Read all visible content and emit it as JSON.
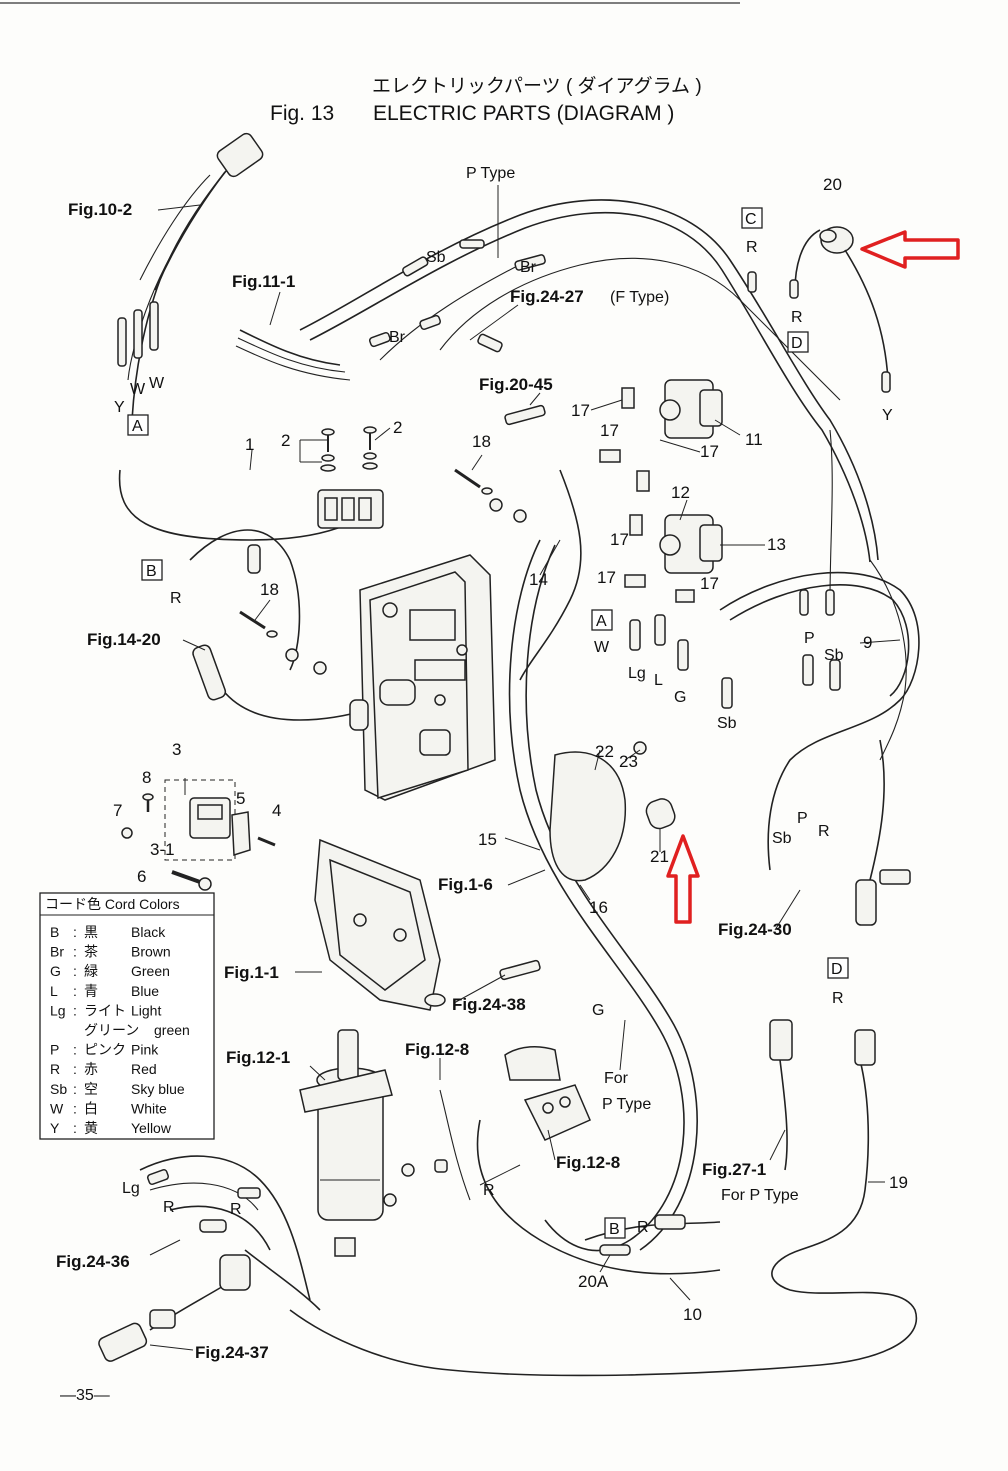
{
  "title": {
    "japanese": "エレクトリックパーツ ( ダイアグラム )",
    "fig_number": "Fig. 13",
    "english": "ELECTRIC PARTS (DIAGRAM )"
  },
  "type_labels": {
    "p_type": "P Type",
    "f_type": "(F Type)",
    "for_p_type": "For P Type",
    "for_p_type_b": "For",
    "for_p_type_c": "P Type"
  },
  "figure_refs": {
    "fig_10_2": "Fig.10-2",
    "fig_11_1": "Fig.11-1",
    "fig_24_27": "Fig.24-27",
    "fig_20_45": "Fig.20-45",
    "fig_14_20": "Fig.14-20",
    "fig_1_6": "Fig.1-6",
    "fig_1_1": "Fig.1-1",
    "fig_24_30": "Fig.24-30",
    "fig_24_38": "Fig.24-38",
    "fig_12_1": "Fig.12-1",
    "fig_12_8a": "Fig.12-8",
    "fig_12_8b": "Fig.12-8",
    "fig_27_1": "Fig.27-1",
    "fig_24_36": "Fig.24-36",
    "fig_24_37": "Fig.24-37"
  },
  "part_numbers": {
    "p1": "1",
    "p2a": "2",
    "p2b": "2",
    "p3": "3",
    "p3_1": "3-1",
    "p4": "4",
    "p5": "5",
    "p6": "6",
    "p7": "7",
    "p8": "8",
    "p9": "9",
    "p10": "10",
    "p11": "11",
    "p12": "12",
    "p13": "13",
    "p14": "14",
    "p15": "15",
    "p16": "16",
    "p17a": "17",
    "p17b": "17",
    "p17c": "17",
    "p17d": "17",
    "p17e": "17",
    "p17f": "17",
    "p18a": "18",
    "p18b": "18",
    "p19": "19",
    "p20": "20",
    "p20a": "20A",
    "p21": "21",
    "p22": "22",
    "p23": "23"
  },
  "connector_tags": {
    "a1": "A",
    "a2": "A",
    "b1": "B",
    "b2": "B",
    "c1": "C",
    "d1": "D",
    "d2": "D"
  },
  "wire_colors": {
    "sb1": "Sb",
    "br1": "Br",
    "br2": "Br",
    "y1": "Y",
    "w1": "W",
    "w2": "W",
    "r_b": "R",
    "r_c": "R",
    "r_d": "R",
    "y2": "Y",
    "w3": "W",
    "lg1": "Lg",
    "l1": "L",
    "g1": "G",
    "sb2": "Sb",
    "p1": "P",
    "sb3": "Sb",
    "sb4": "Sb",
    "p2": "P",
    "r2": "R",
    "g2": "G",
    "r_d2": "R",
    "lg2": "Lg",
    "r3": "R",
    "r4": "R",
    "r5": "R",
    "r6": "R"
  },
  "legend": {
    "header": "コード色 Cord Colors",
    "rows": [
      {
        "code": "B",
        "jp": "黒",
        "en": "Black"
      },
      {
        "code": "Br",
        "jp": "茶",
        "en": "Brown"
      },
      {
        "code": "G",
        "jp": "緑",
        "en": "Green"
      },
      {
        "code": "L",
        "jp": "青",
        "en": "Blue"
      },
      {
        "code": "Lg",
        "jp": "ライト",
        "en": "Light"
      },
      {
        "code": "",
        "jp": "グリーン",
        "en": "green"
      },
      {
        "code": "P",
        "jp": "ピンク",
        "en": "Pink"
      },
      {
        "code": "R",
        "jp": "赤",
        "en": "Red"
      },
      {
        "code": "Sb",
        "jp": "空",
        "en": "Sky blue"
      },
      {
        "code": "W",
        "jp": "白",
        "en": "White"
      },
      {
        "code": "Y",
        "jp": "黄",
        "en": "Yellow"
      }
    ]
  },
  "page_number": "—35—",
  "highlight_color": "#e02020"
}
